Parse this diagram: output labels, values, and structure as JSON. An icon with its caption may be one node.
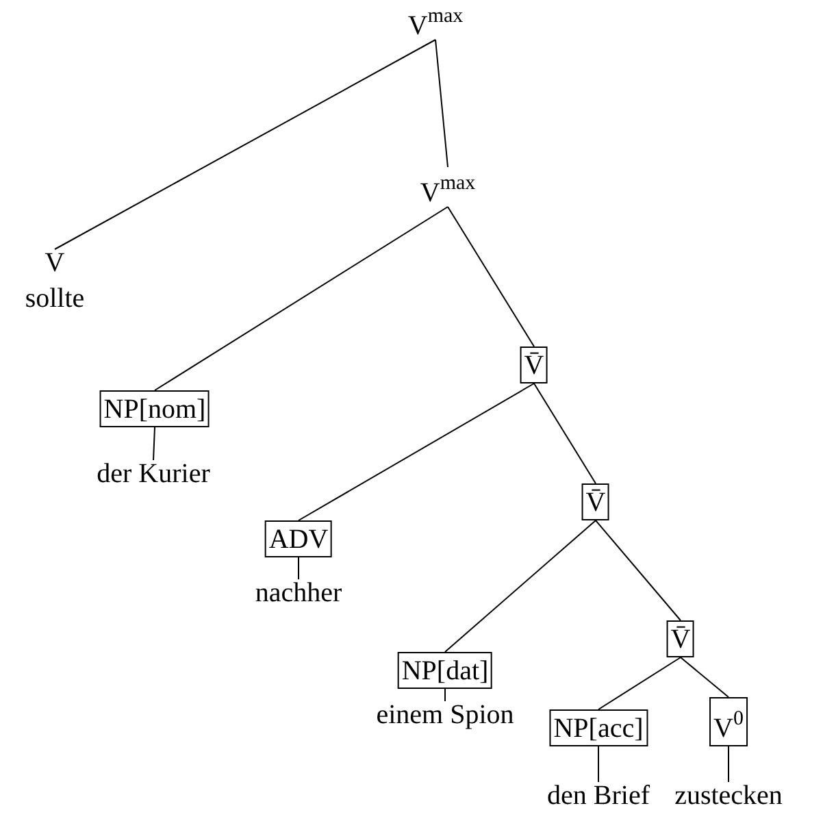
{
  "diagram": {
    "nodes": [
      {
        "text": [
          "V$^{max}$"
        ]
      },
      {
        "text": [
          "V",
          "sollte"
        ]
      },
      {
        "text": [
          "V$^{max}$"
        ]
      },
      {
        "text": [
          "NP[nom]"
        ]
      },
      {
        "text": [
          "der Kurier"
        ]
      },
      {
        "text": [
          "V̄"
        ]
      },
      {
        "text": [
          "ADV"
        ]
      },
      {
        "text": [
          "nachher"
        ]
      },
      {
        "text": [
          "V̄"
        ]
      },
      {
        "text": [
          "NP[dat]"
        ]
      },
      {
        "text": [
          "einem Spion"
        ]
      },
      {
        "text": [
          "V̄"
        ]
      },
      {
        "text": [
          "NP[acc]"
        ]
      },
      {
        "text": [
          "den Brief"
        ]
      },
      {
        "text": [
          "V$^{0}$"
        ]
      },
      {
        "text": [
          "zustecken"
        ]
      }
    ],
    "edges": [
      {
        "from": 0,
        "to": 1,
        "arrow": "none"
      },
      {
        "from": 0,
        "to": 2,
        "arrow": "none"
      },
      {
        "from": 2,
        "to": 3,
        "arrow": "none"
      },
      {
        "from": 2,
        "to": 5,
        "arrow": "none"
      },
      {
        "from": 3,
        "to": 4,
        "arrow": "none"
      },
      {
        "from": 5,
        "to": 6,
        "arrow": "none"
      },
      {
        "from": 5,
        "to": 8,
        "arrow": "none"
      },
      {
        "from": 6,
        "to": 7,
        "arrow": "none"
      },
      {
        "from": 8,
        "to": 9,
        "arrow": "none"
      },
      {
        "from": 8,
        "to": 11,
        "arrow": "none"
      },
      {
        "from": 9,
        "to": 10,
        "arrow": "none"
      },
      {
        "from": 11,
        "to": 12,
        "arrow": "none"
      },
      {
        "from": 11,
        "to": 14,
        "arrow": "none"
      },
      {
        "from": 12,
        "to": 13,
        "arrow": "none"
      },
      {
        "from": 14,
        "to": 15,
        "arrow": "none"
      }
    ]
  }
}
